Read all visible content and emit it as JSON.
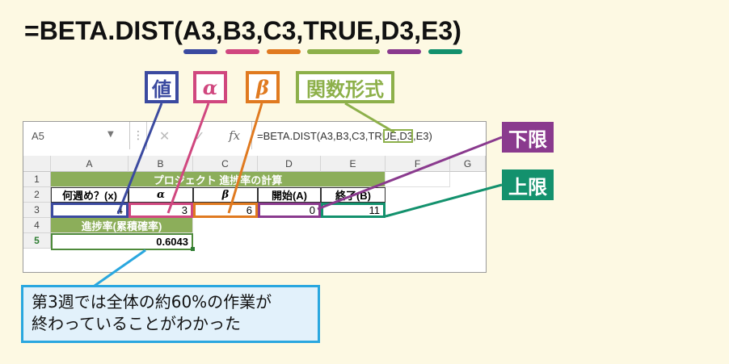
{
  "formula_title": "=BETA.DIST(A3,B3,C3,TRUE,D3,E3)",
  "labels": {
    "value": "値",
    "alpha": "α",
    "beta": "β",
    "func_form": "関数形式",
    "lower": "下限",
    "upper": "上限"
  },
  "colors": {
    "value": "#3b4aa0",
    "alpha": "#d0477f",
    "beta": "#e07a20",
    "func_form": "#8db04a",
    "lower": "#8a3a8e",
    "upper": "#13916d",
    "callout": "#2aa7df"
  },
  "excel": {
    "name_box": "A5",
    "formula_bar": "=BETA.DIST(A3,B3,C3,TRUE,D3,E3)",
    "fx": "fx",
    "cancel": "✕",
    "enter": "✓",
    "columns": [
      "A",
      "B",
      "C",
      "D",
      "E",
      "F",
      "G"
    ],
    "rows": [
      "1",
      "2",
      "3",
      "4",
      "5"
    ],
    "title_cell": "プロジェクト 進捗率の計算",
    "headers": [
      "何週め？(x)",
      "α",
      "β",
      "開始(A)",
      "終了(B)"
    ],
    "values": [
      "4",
      "3",
      "6",
      "0",
      "11"
    ],
    "result_label": "進捗率(累積確率)",
    "result_value": "0.6043"
  },
  "callout": {
    "line1": "第3週では全体の約60%の作業が",
    "line2": "終わっていることがわかった"
  }
}
